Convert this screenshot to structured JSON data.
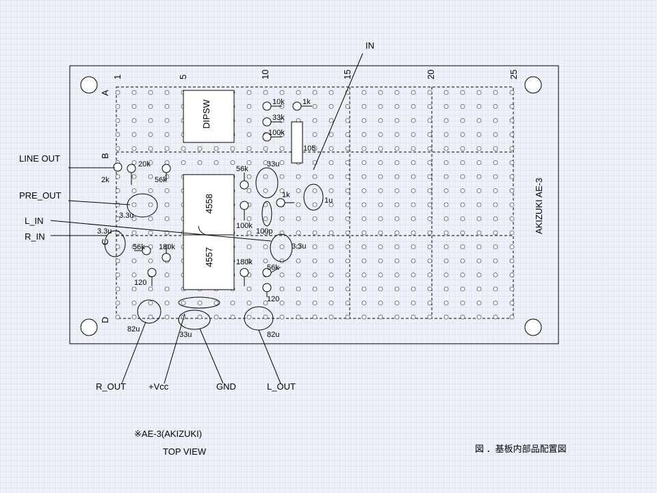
{
  "board": {
    "name": "AKIZUKI AE-3",
    "column_numbers": [
      "1",
      "5",
      "10",
      "15",
      "20",
      "25"
    ],
    "row_letters": [
      "A",
      "B",
      "C",
      "D"
    ]
  },
  "chips": [
    {
      "label": "DIPSW"
    },
    {
      "label": "4558"
    },
    {
      "label": "4557"
    }
  ],
  "components": [
    {
      "label": "10k"
    },
    {
      "label": "1k"
    },
    {
      "label": "33k"
    },
    {
      "label": "100k"
    },
    {
      "label": "105"
    },
    {
      "label": "20k"
    },
    {
      "label": "2k"
    },
    {
      "label": "56k"
    },
    {
      "label": "56k"
    },
    {
      "label": "33u"
    },
    {
      "label": "1k"
    },
    {
      "label": "1u"
    },
    {
      "label": "3.3u"
    },
    {
      "label": "100k"
    },
    {
      "label": "100p"
    },
    {
      "label": "3.3u"
    },
    {
      "label": "3.3u"
    },
    {
      "label": "56k"
    },
    {
      "label": "180k"
    },
    {
      "label": "180k"
    },
    {
      "label": "56k"
    },
    {
      "label": "120"
    },
    {
      "label": "120"
    },
    {
      "label": "82u"
    },
    {
      "label": "33u"
    },
    {
      "label": "82u"
    }
  ],
  "connections": [
    {
      "label": "IN"
    },
    {
      "label": "LINE OUT"
    },
    {
      "label": "PRE_OUT"
    },
    {
      "label": "L_IN"
    },
    {
      "label": "R_IN"
    },
    {
      "label": "R_OUT"
    },
    {
      "label": "+Vcc"
    },
    {
      "label": "GND"
    },
    {
      "label": "L_OUT"
    }
  ],
  "notes": {
    "model": "※AE-3(AKIZUKI)",
    "view": "TOP VIEW",
    "figure_caption": "図 ．基板内部品配置図"
  }
}
